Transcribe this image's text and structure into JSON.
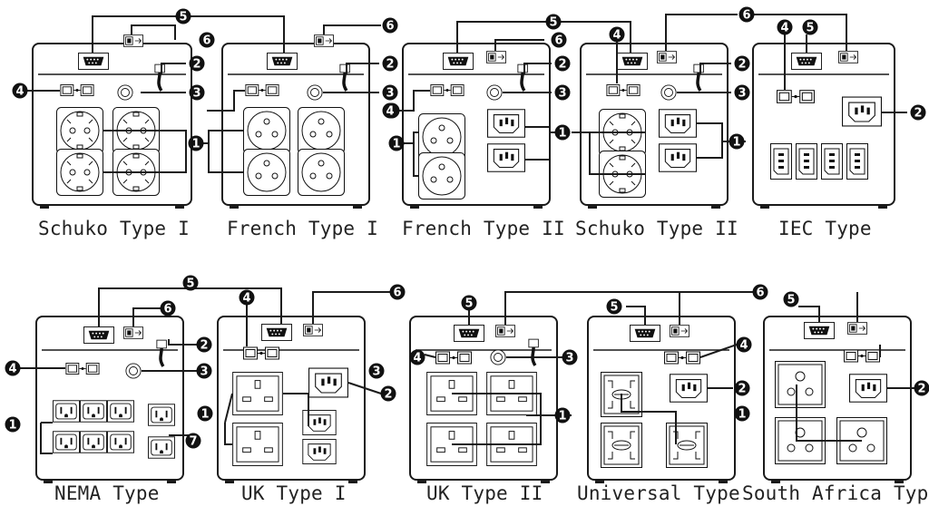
{
  "panels": [
    {
      "id": "schuko1",
      "title": "Schuko Type I"
    },
    {
      "id": "french1",
      "title": "French Type I"
    },
    {
      "id": "french2",
      "title": "French Type II"
    },
    {
      "id": "schuko2",
      "title": "Schuko Type II"
    },
    {
      "id": "iec",
      "title": "IEC Type"
    },
    {
      "id": "nema",
      "title": "NEMA Type"
    },
    {
      "id": "uk1",
      "title": "UK Type I"
    },
    {
      "id": "uk2",
      "title": "UK Type II"
    },
    {
      "id": "universal",
      "title": "Universal Type"
    },
    {
      "id": "southafrica",
      "title": "South Africa Type"
    }
  ],
  "callout_numbers": {
    "n1": "1",
    "n2": "2",
    "n3": "3",
    "n4": "4",
    "n5": "5",
    "n6": "6",
    "n7": "7"
  },
  "colors": {
    "line": "#1a1a1a",
    "panel_fill": "#ffffff",
    "marker_fill": "#111111",
    "marker_text": "#ffffff"
  }
}
